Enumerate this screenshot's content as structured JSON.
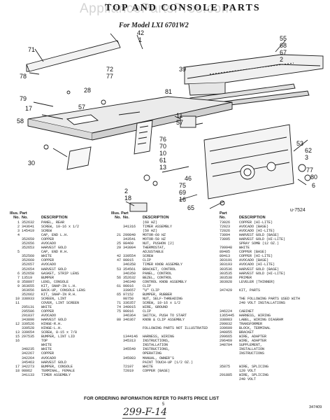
{
  "header": {
    "watermark": "AppliancePartsPros.com",
    "title": "TOP AND CONSOLE PARTS",
    "model": "For Model LXI 6701W2"
  },
  "diagram": {
    "callouts": [
      "71",
      "42",
      "1",
      "55",
      "68",
      "67",
      "2",
      "78",
      "72",
      "77",
      "28",
      "81",
      "39",
      "57",
      "79",
      "17",
      "11",
      "57",
      "58",
      "30",
      "76",
      "70",
      "10",
      "53",
      "62",
      "3",
      "6",
      "77",
      "80",
      "61",
      "13",
      "46",
      "2",
      "18",
      "75",
      "69",
      "16",
      "65"
    ],
    "figure_code": "u-7524"
  },
  "table": {
    "headers": {
      "illus": "Illus.",
      "no": "No.",
      "part": "Part",
      "part_no": "No.",
      "desc": "DESCRIPTION"
    },
    "col1": [
      [
        "1",
        "352632",
        "PANEL, REAR"
      ],
      [
        "2",
        "343641",
        "SCREW, 10-16 x 1/2"
      ],
      [
        "3",
        "145419",
        "SCREW"
      ],
      [
        "4",
        "",
        "CAP, END L.H."
      ],
      [
        "",
        "352659",
        "COPPER"
      ],
      [
        "",
        "352656",
        "AVOCADO"
      ],
      [
        "",
        "352653",
        "HARVEST GOLD"
      ],
      [
        "5",
        "",
        "CAP, END R.H."
      ],
      [
        "",
        "352560",
        "WHITE"
      ],
      [
        "",
        "352660",
        "COPPER"
      ],
      [
        "",
        "352657",
        "AVOCADO"
      ],
      [
        "",
        "352654",
        "HARVEST GOLD"
      ],
      [
        "6",
        "352658",
        "GASKET, STRIP LENS"
      ],
      [
        "7",
        "13519",
        "BUMPER"
      ],
      [
        "8",
        "358897",
        "LENS, CONSOLE"
      ],
      [
        "9",
        "363655",
        "KIT, SNAP-IN L.H."
      ],
      [
        "",
        "363656",
        "BACK-UP, CONSOLE LENS"
      ],
      [
        "",
        "352662",
        "KIT, SNAP-IN R.H."
      ],
      [
        "10",
        "338933",
        "SCREEN, LINT"
      ],
      [
        "11",
        "",
        "COVER, LINT SCREEN"
      ],
      [
        "",
        "295131",
        "WHITE"
      ],
      [
        "",
        "295506",
        "COPPER"
      ],
      [
        "",
        "291837",
        "AVOCADO"
      ],
      [
        "",
        "343890",
        "HARVEST GOLD"
      ],
      [
        "12",
        "339526",
        "HINGE-R.H."
      ],
      [
        "",
        "339528",
        "HINGE-L.H."
      ],
      [
        "13",
        "339654",
        "SCREW, 8-15 x 7/8"
      ],
      [
        "15",
        "297535",
        "BUMPER, LINT LID"
      ],
      [
        "16",
        "",
        "TOP"
      ],
      [
        "",
        "",
        "WHITE"
      ],
      [
        "",
        "340235",
        "WHITE"
      ],
      [
        "",
        "342267",
        "COPPER"
      ],
      [
        "",
        "342264",
        "AVOCADO"
      ],
      [
        "",
        "345463",
        "HARVEST GOLD"
      ],
      [
        "17",
        "342273",
        "BUMPER, CONSOLE"
      ],
      [
        "18",
        "98062",
        "TERMINAL, FEMALE"
      ],
      [
        "",
        "341133",
        "TIMER ASSEMBLY"
      ]
    ],
    "col2": [
      [
        "",
        "",
        "(60 HZ)"
      ],
      [
        "",
        "341316",
        "TIMER ASSEMBLY"
      ],
      [
        "",
        "",
        "(50 HZ)"
      ],
      [
        "21",
        "299840",
        "MOTOR-60 HZ"
      ],
      [
        "",
        "343541",
        "MOTOR-50 HZ"
      ],
      [
        "25",
        "98460",
        "NUT, PUSHON (2)"
      ],
      [
        "29",
        "343004",
        "THERMOSTAT,"
      ],
      [
        "",
        "",
        "ADJUSTABLE"
      ],
      [
        "42",
        "339554",
        "SCREW"
      ],
      [
        "47",
        "90015",
        "CLIP"
      ],
      [
        "",
        "346358",
        "TIMER KNOB ASSEMBLY"
      ],
      [
        "53",
        "354561",
        "BRACKET, CONTROL"
      ],
      [
        "",
        "346350",
        "PANEL, CONTROL"
      ],
      [
        "56",
        "352632",
        "BEZEL, CONTROL"
      ],
      [
        "",
        "346340",
        "CONTROL KNOB ASSEMBLY"
      ],
      [
        "61",
        "90016",
        "CLIP"
      ],
      [
        "",
        "339657",
        "\"U\" CLIP"
      ],
      [
        "65",
        "97152",
        "BUMPER, RUBBER"
      ],
      [
        "",
        "98750",
        "NUT, SELF-THREADING"
      ],
      [
        "71",
        "336357",
        "SCREW, 10-16 x 1/2"
      ],
      [
        "74",
        "340015",
        "WIRE, GROUND"
      ],
      [
        "75",
        "90016",
        "CLIP"
      ],
      [
        "",
        "346364",
        "SWITCH, PUSH TO START"
      ],
      [
        "80",
        "346367",
        "KNOB & CLIP ASSEMBLY"
      ],
      [
        "",
        "",
        ""
      ],
      [
        "",
        "",
        "FOLLOWING PARTS NOT ILLUSTRATED"
      ],
      [
        "",
        "",
        ""
      ],
      [
        "",
        "1344146",
        "HARNESS, WIRING"
      ],
      [
        "",
        "345313",
        "INSTRUCTIONS,"
      ],
      [
        "",
        "",
        "INSTALLATION"
      ],
      [
        "",
        "345549",
        "INSTRUCTIONS,"
      ],
      [
        "",
        "",
        "OPERATING"
      ],
      [
        "",
        "345983",
        "MANUAL, OWNER'S"
      ],
      [
        "",
        "",
        "PAINT TOUCH-UP (1/2 OZ.)"
      ],
      [
        "",
        "72107",
        "WHITE"
      ],
      [
        "",
        "72019",
        "COPPER (BASE)"
      ]
    ],
    "col3": [
      [
        "73026",
        "COPPER (HI-LITE)"
      ],
      [
        "72023",
        "AVOCADO (BASE)"
      ],
      [
        "72026",
        "AVOCADO (HI-LITE)"
      ],
      [
        "73094",
        "HARVEST GOLD (BASE)"
      ],
      [
        "73095",
        "HARVEST GOLD (HI-LITE)"
      ],
      [
        "",
        "SPRAY SOMB (12 OZ.)"
      ],
      [
        "799948",
        "WHITE"
      ],
      [
        "89405",
        "COPPER (BASE)"
      ],
      [
        "89413",
        "COPPER (HI-LITE)"
      ],
      [
        "303191",
        "AVOCADO (BASE)"
      ],
      [
        "303193",
        "AVOCADO (HI-LITE)"
      ],
      [
        "303536",
        "HARVEST GOLD (BASE)"
      ],
      [
        "303535",
        "HARVEST GOLD (HI-LITE)"
      ],
      [
        "303538",
        "PRIMER"
      ],
      [
        "303928",
        "LEVELER (THINNER)"
      ],
      [
        "",
        ""
      ],
      [
        "347429",
        "KIT, PARTS"
      ],
      [
        "",
        ""
      ],
      [
        "",
        "THE FOLLOWING PARTS USED WITH"
      ],
      [
        "",
        "240 VOLT INSTALLATIONS"
      ],
      [
        "",
        ""
      ],
      [
        "346224",
        "CABINET"
      ],
      [
        "1365445",
        "HARNESS, WIRING"
      ],
      [
        "338083",
        "LABEL, WIRING DIAGRAM"
      ],
      [
        "299032",
        "TRANSFORMER"
      ],
      [
        "339609",
        "BLOCK, TERMINAL"
      ],
      [
        "340055",
        "BRACKET"
      ],
      [
        "299665",
        "WIRE, ADAPTER"
      ],
      [
        "296469",
        "WIRE, ADAPTER"
      ],
      [
        "348704",
        "SUPPLEMENT,"
      ],
      [
        "",
        "INSTALLATION"
      ],
      [
        "",
        "INSTRUCTIONS"
      ],
      [
        "",
        ""
      ],
      [
        "",
        ""
      ],
      [
        "35875",
        "WIRE, SPLICING"
      ],
      [
        "",
        "120 VOLT"
      ],
      [
        "291885",
        "WIRE, SPLICING"
      ],
      [
        "",
        "240 VOLT"
      ]
    ]
  },
  "footer": {
    "order_note": "FOR ORDERING INFORMATION REFER TO PARTS PRICE LIST",
    "page_number": "5",
    "handwritten": "299-F-14",
    "doc_code": "347409"
  }
}
